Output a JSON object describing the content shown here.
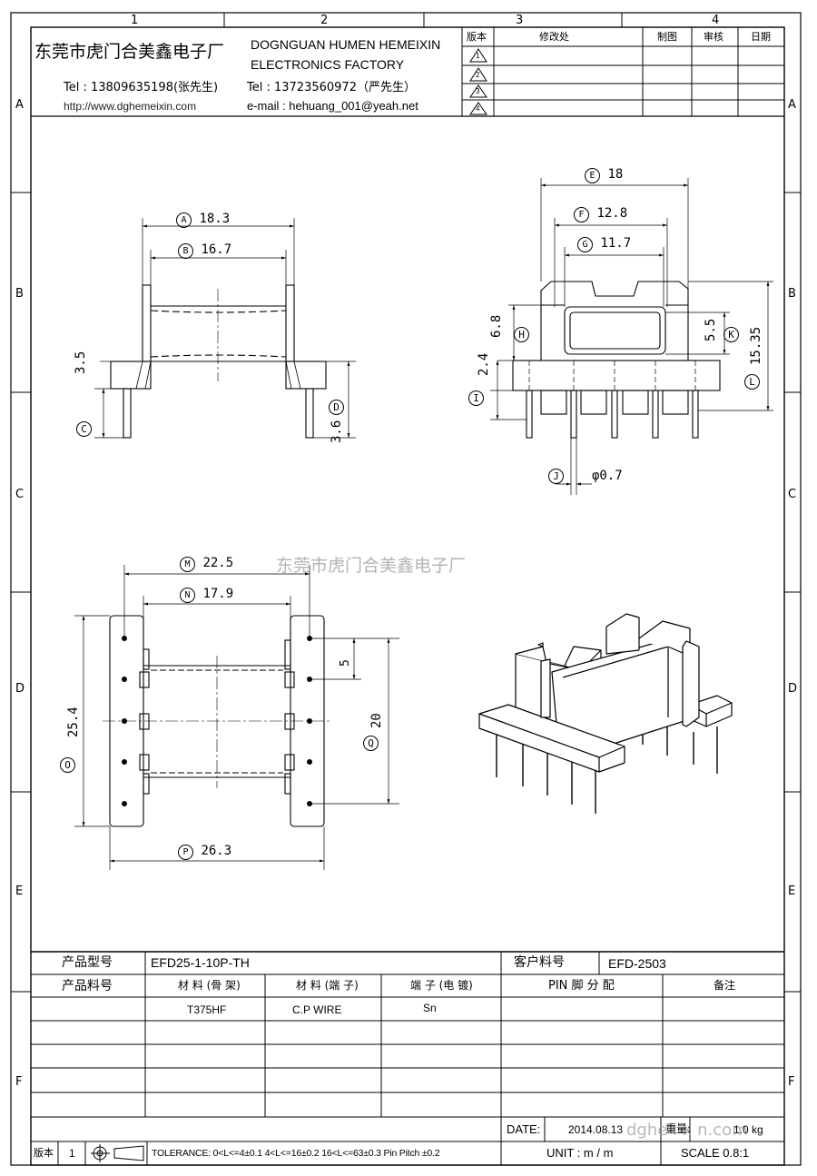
{
  "border": {
    "cols": [
      "1",
      "2",
      "3",
      "4"
    ],
    "rows": [
      "A",
      "B",
      "C",
      "D",
      "E",
      "F"
    ]
  },
  "header": {
    "company_cn": "东莞市虎门合美鑫电子厂",
    "company_en_line1": "DOGNGUAN HUMEN HEMEIXIN",
    "company_en_line2": "ELECTRONICS FACTORY",
    "tel1": "Tel : 13809635198(张先生)",
    "tel2": "Tel : 13723560972（严先生）",
    "website": "http://www.dghemeixin.com",
    "email": "e-mail : hehuang_001@yeah.net"
  },
  "revision_table": {
    "headers": [
      "版本",
      "修改处",
      "制图",
      "审核",
      "日期"
    ],
    "revisions": [
      "1",
      "2",
      "3",
      "4"
    ]
  },
  "watermark": {
    "text": "东莞市虎门合美鑫电子厂",
    "url_fragment": "dghe    i  x  n.com"
  },
  "dimensions": {
    "A": "18.3",
    "B": "16.7",
    "C": "3.5",
    "D": "3.6",
    "E": "18",
    "F": "12.8",
    "G": "11.7",
    "H": "6.8",
    "I": "2.4",
    "J": "φ0.7",
    "K": "5.5",
    "L": "15.35",
    "M": "22.5",
    "N": "17.9",
    "O": "25.4",
    "P": "26.3",
    "Q": "20",
    "pitch": "5"
  },
  "title_block": {
    "product_model_label": "产品型号",
    "product_model": "EFD25-1-10P-TH",
    "customer_part_label": "客户料号",
    "customer_part": "EFD-2503",
    "product_part_label": "产品料号",
    "col_bobbin_material": "材 料 (骨 架)",
    "col_pin_material": "材 料 (端 子)",
    "col_plating": "端 子 (电 镀)",
    "col_pin_assignment": "PIN 脚 分 配",
    "col_remarks": "备注",
    "bobbin_material": "T375HF",
    "pin_material": "C.P WIRE",
    "plating": "Sn",
    "date_label": "DATE:",
    "date": "2014.08.13",
    "weight_label": "重量:",
    "weight": "1.0 kg",
    "version_label": "版本",
    "version": "1",
    "tolerance": "TOLERANCE:  0<L<=4±0.1  4<L<=16±0.2  16<L<=63±0.3  Pin Pitch  ±0.2",
    "unit": "UNIT : m / m",
    "scale": "SCALE  0.8:1"
  }
}
